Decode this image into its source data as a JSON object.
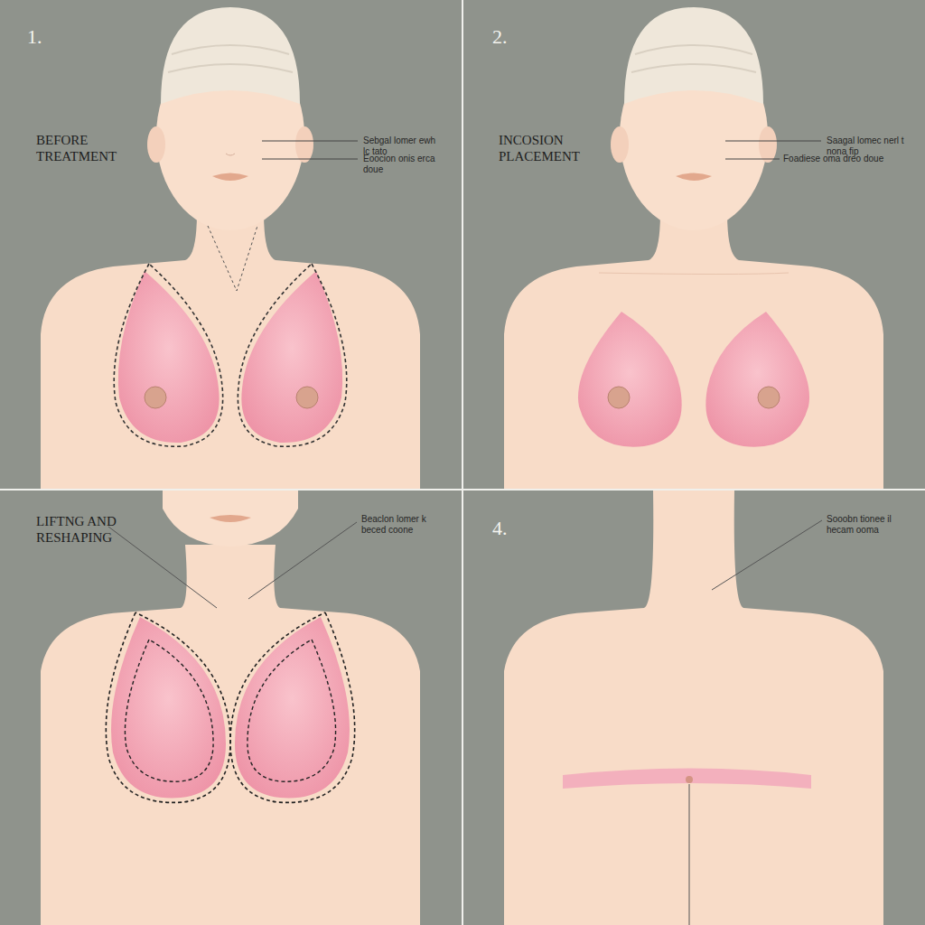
{
  "diagram": {
    "labels": [
      "1.",
      "BEFORE TREATMENT",
      "Sebgal lomer ewh lc tato",
      "Eoocion onis erca doue",
      "2.",
      "INCOSION PLACEMENT",
      "Saagal lomec nerl t nona fip",
      "Foadiese oma dreo doue",
      "LIFTNG AND RESHAPING",
      "Beaclon lomer k beced coone",
      "4.",
      "Sooobn tionee il hecam ooma"
    ]
  }
}
